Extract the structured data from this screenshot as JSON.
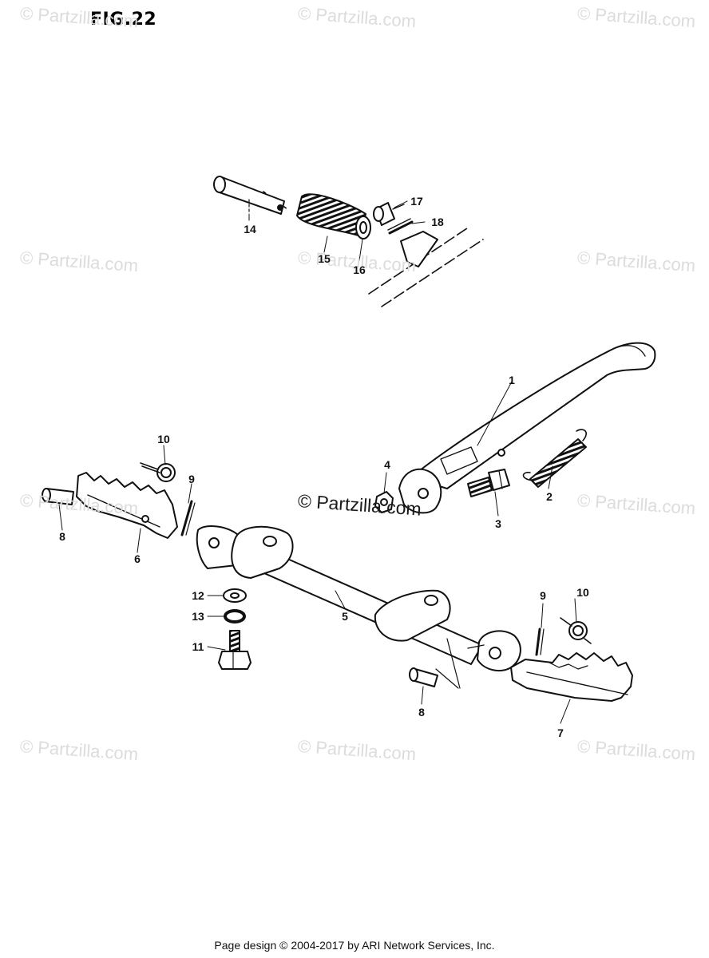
{
  "figure": {
    "title": "FIG.22"
  },
  "watermark": {
    "text": "© Partzilla.com"
  },
  "parts": [
    {
      "id": "1",
      "label": "1"
    },
    {
      "id": "2",
      "label": "2"
    },
    {
      "id": "3",
      "label": "3"
    },
    {
      "id": "4",
      "label": "4"
    },
    {
      "id": "5",
      "label": "5"
    },
    {
      "id": "6",
      "label": "6"
    },
    {
      "id": "7",
      "label": "7"
    },
    {
      "id": "8a",
      "label": "8"
    },
    {
      "id": "8b",
      "label": "8"
    },
    {
      "id": "9a",
      "label": "9"
    },
    {
      "id": "9b",
      "label": "9"
    },
    {
      "id": "10a",
      "label": "10"
    },
    {
      "id": "10b",
      "label": "10"
    },
    {
      "id": "11",
      "label": "11"
    },
    {
      "id": "12",
      "label": "12"
    },
    {
      "id": "13",
      "label": "13"
    },
    {
      "id": "14",
      "label": "14"
    },
    {
      "id": "15",
      "label": "15"
    },
    {
      "id": "16",
      "label": "16"
    },
    {
      "id": "17",
      "label": "17"
    },
    {
      "id": "18",
      "label": "18"
    }
  ],
  "footer": {
    "text": "Page design © 2004-2017 by ARI Network Services, Inc."
  }
}
